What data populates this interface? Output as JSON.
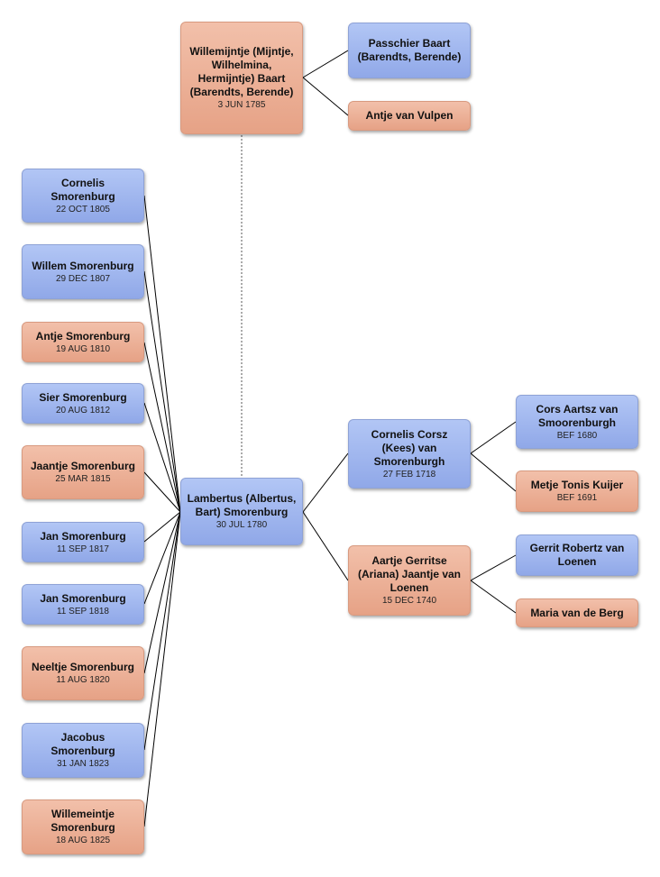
{
  "people": {
    "willemijntje": {
      "name": "Willemijntje (Mijntje, Wilhelmina, Hermijntje) Baart (Barendts, Berende)",
      "date": "3 JUN 1785",
      "sex": "female"
    },
    "passchier": {
      "name": "Passchier Baart (Barendts, Berende)",
      "date": "",
      "sex": "male"
    },
    "antje_vulpen": {
      "name": "Antje van Vulpen",
      "date": "",
      "sex": "female"
    },
    "cornelis_s": {
      "name": "Cornelis Smorenburg",
      "date": "22 OCT 1805",
      "sex": "male"
    },
    "willem_s": {
      "name": "Willem Smorenburg",
      "date": "29 DEC 1807",
      "sex": "male"
    },
    "antje_s": {
      "name": "Antje Smorenburg",
      "date": "19 AUG 1810",
      "sex": "female"
    },
    "sier_s": {
      "name": "Sier Smorenburg",
      "date": "20 AUG 1812",
      "sex": "male"
    },
    "jaantje_s": {
      "name": "Jaantje Smorenburg",
      "date": "25 MAR 1815",
      "sex": "female"
    },
    "jan_s_1817": {
      "name": "Jan Smorenburg",
      "date": "11 SEP 1817",
      "sex": "male"
    },
    "jan_s_1818": {
      "name": "Jan Smorenburg",
      "date": "11 SEP 1818",
      "sex": "male"
    },
    "neeltje_s": {
      "name": "Neeltje Smorenburg",
      "date": "11 AUG 1820",
      "sex": "female"
    },
    "jacobus_s": {
      "name": "Jacobus Smorenburg",
      "date": "31 JAN 1823",
      "sex": "male"
    },
    "willemeintje_s": {
      "name": "Willemeintje Smorenburg",
      "date": "18 AUG 1825",
      "sex": "female"
    },
    "lambertus": {
      "name": "Lambertus (Albertus, Bart) Smorenburg",
      "date": "30 JUL 1780",
      "sex": "male"
    },
    "cornelis_corsz": {
      "name": "Cornelis Corsz (Kees) van Smorenburgh",
      "date": "27 FEB 1718",
      "sex": "male"
    },
    "aartje": {
      "name": "Aartje Gerritse (Ariana) Jaantje van Loenen",
      "date": "15 DEC 1740",
      "sex": "female"
    },
    "cors": {
      "name": "Cors Aartsz van Smoorenburgh",
      "date": "BEF 1680",
      "sex": "male"
    },
    "metje": {
      "name": "Metje Tonis Kuijer",
      "date": "BEF 1691",
      "sex": "female"
    },
    "gerrit": {
      "name": "Gerrit Robertz van Loenen",
      "date": "",
      "sex": "male"
    },
    "maria": {
      "name": "Maria van de Berg",
      "date": "",
      "sex": "female"
    }
  },
  "colors": {
    "male_top": "#b2c6f5",
    "male_bottom": "#90a8e8",
    "female_top": "#f2c0aa",
    "female_bottom": "#e6a286",
    "line": "#000000",
    "spouse_line": "#555555"
  }
}
